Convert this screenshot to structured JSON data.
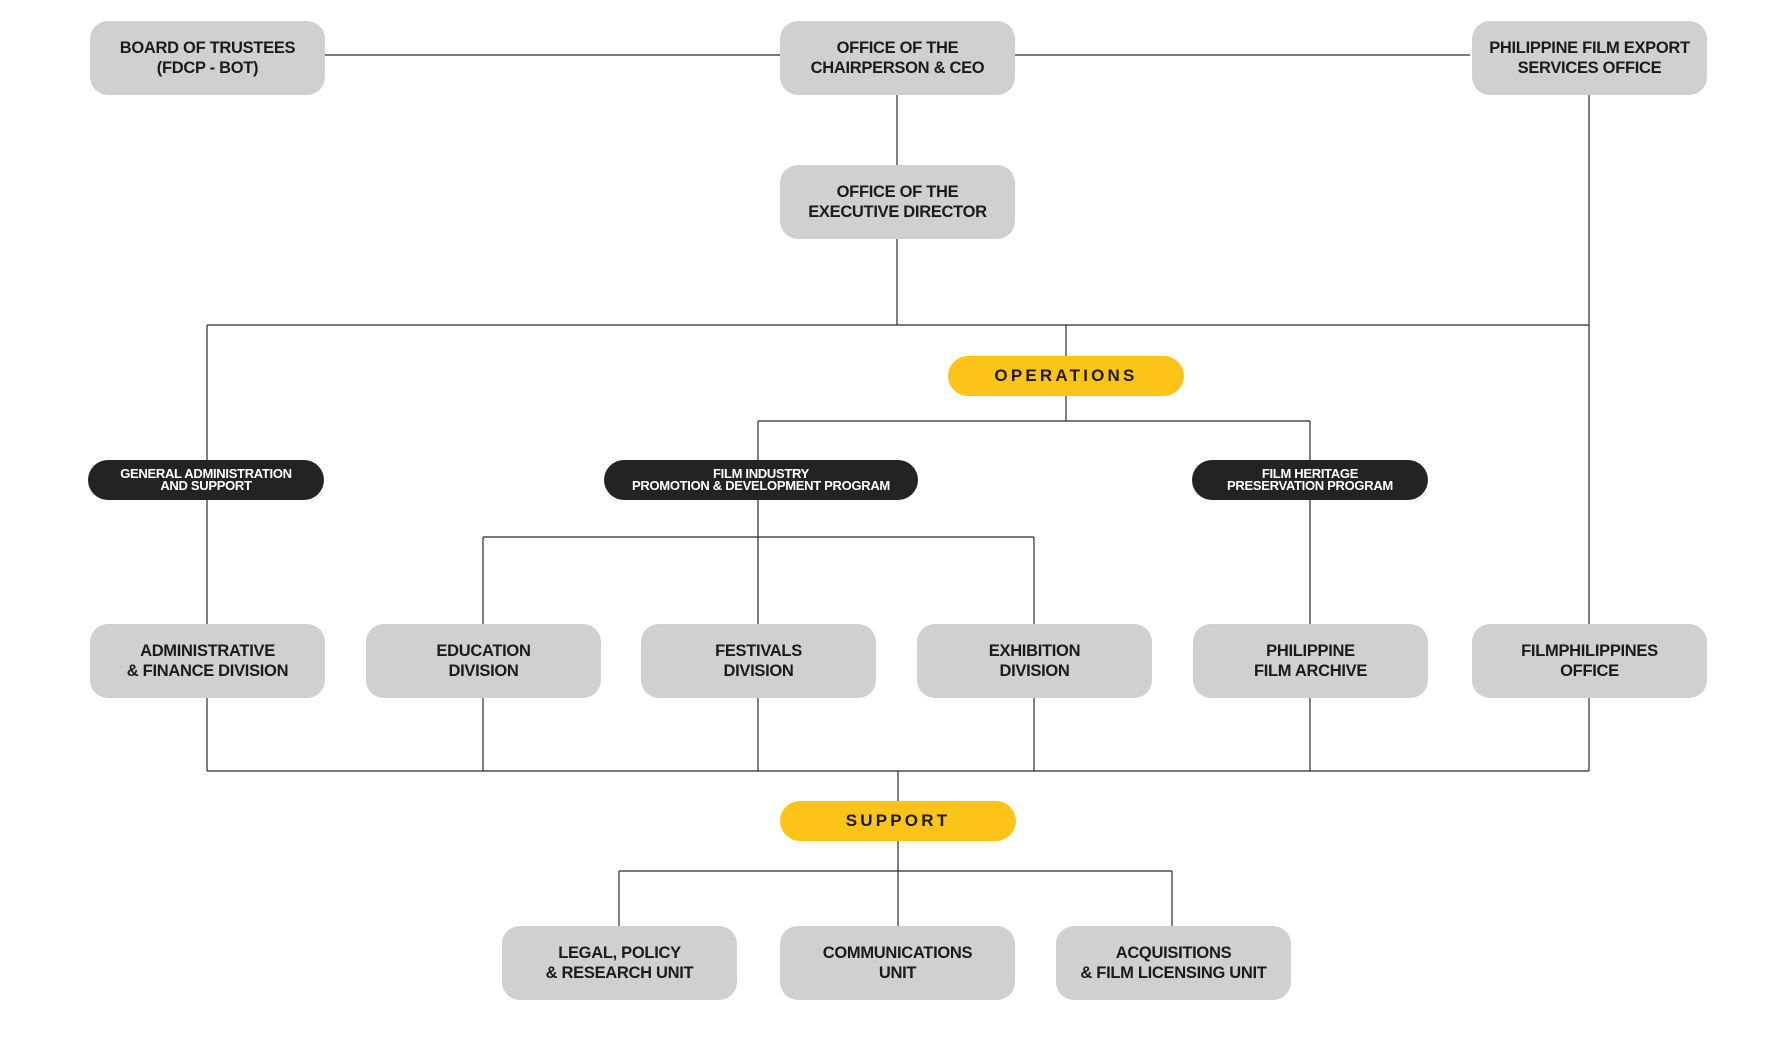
{
  "colors": {
    "box": "#d0d0d0",
    "program": "#232323",
    "section": "#fcc419",
    "connector": "#2a2a2a"
  },
  "nodes": {
    "board": [
      "BOARD OF TRUSTEES",
      "(FDCP - BOT)"
    ],
    "chair": [
      "OFFICE OF THE",
      "CHAIRPERSON & CEO"
    ],
    "export": [
      "PHILIPPINE FILM EXPORT",
      "SERVICES OFFICE"
    ],
    "exec": [
      "OFFICE OF THE",
      "EXECUTIVE DIRECTOR"
    ],
    "operations": "OPERATIONS",
    "gen_admin": [
      "GENERAL ADMINISTRATION",
      "AND SUPPORT"
    ],
    "film_industry": [
      "FILM INDUSTRY",
      "PROMOTION & DEVELOPMENT PROGRAM"
    ],
    "film_heritage": [
      "FILM HERITAGE",
      "PRESERVATION PROGRAM"
    ],
    "admin_finance": [
      "ADMINISTRATIVE",
      "& FINANCE DIVISION"
    ],
    "education": [
      "EDUCATION",
      "DIVISION"
    ],
    "festivals": [
      "FESTIVALS",
      "DIVISION"
    ],
    "exhibition": [
      "EXHIBITION",
      "DIVISION"
    ],
    "archive": [
      "PHILIPPINE",
      "FILM ARCHIVE"
    ],
    "filmphilippines": [
      "FILMPHILIPPINES",
      "OFFICE"
    ],
    "support": "SUPPORT",
    "legal": [
      "LEGAL, POLICY",
      "& RESEARCH UNIT"
    ],
    "communications": [
      "COMMUNICATIONS",
      "UNIT"
    ],
    "acquisitions": [
      "ACQUISITIONS",
      "& FILM LICENSING UNIT"
    ]
  }
}
